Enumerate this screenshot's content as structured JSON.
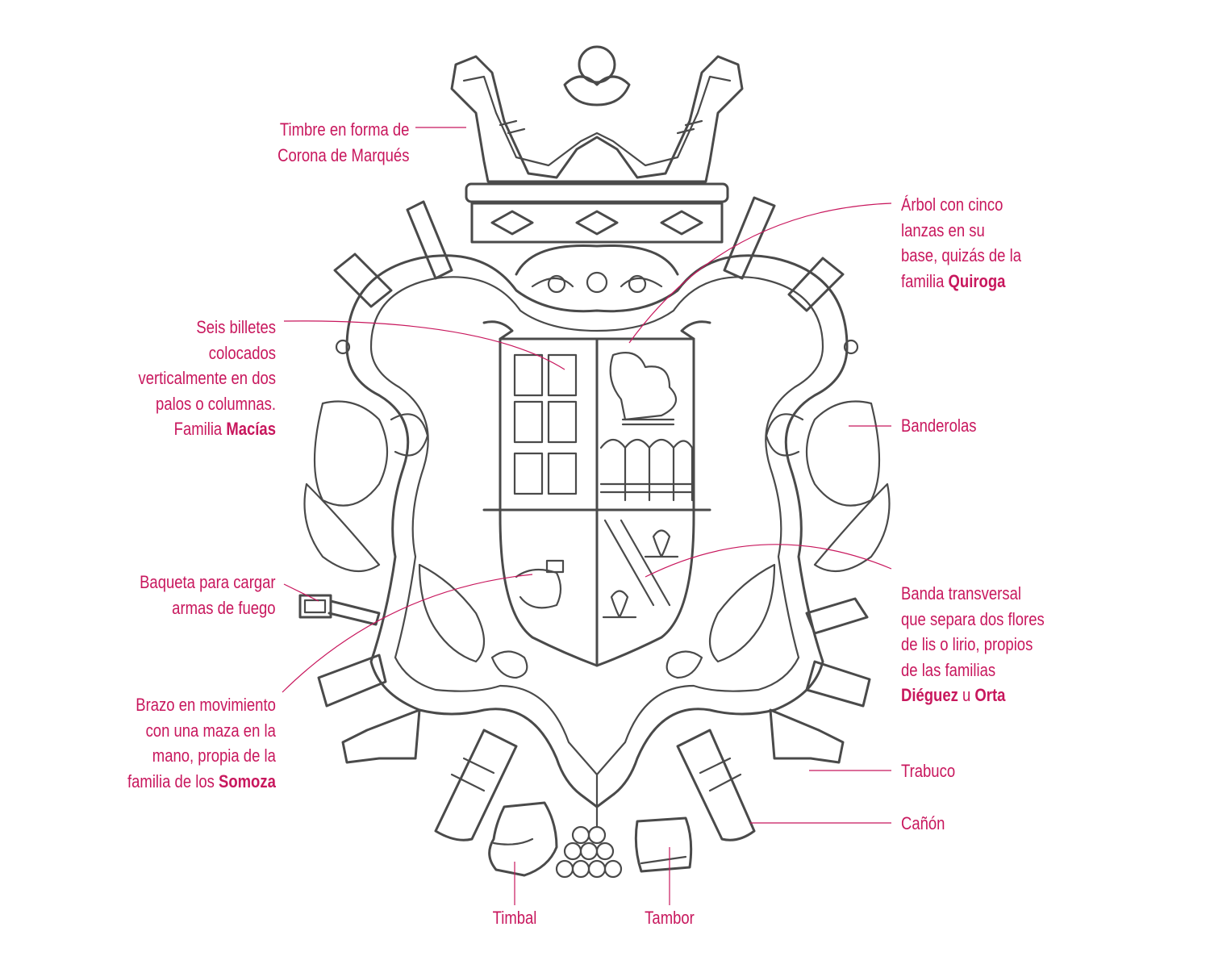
{
  "labels": {
    "timbre": [
      "Timbre en forma de",
      "Corona de Marqués"
    ],
    "arbol": {
      "lines": [
        "Árbol con cinco",
        "lanzas en su",
        "base, quizás de la"
      ],
      "last_prefix": "familia ",
      "last_bold": "Quiroga"
    },
    "billetes": {
      "lines": [
        "Seis billetes",
        "colocados",
        "verticalmente en dos",
        "palos o columnas."
      ],
      "last_prefix": "Familia ",
      "last_bold": "Macías"
    },
    "banderolas": "Banderolas",
    "baqueta": [
      "Baqueta para cargar",
      "armas de fuego"
    ],
    "banda": {
      "lines": [
        "Banda transversal",
        "que separa dos flores",
        "de lis o lirio, propios",
        "de las familias"
      ],
      "bold1": "Diéguez",
      "mid": " u ",
      "bold2": "Orta"
    },
    "brazo": {
      "lines": [
        "Brazo en movimiento",
        "con una maza en la",
        "mano, propia de la"
      ],
      "last_prefix": "familia de los ",
      "last_bold": "Somoza"
    },
    "trabuco": "Trabuco",
    "canon": "Cañón",
    "timbal": "Timbal",
    "tambor": "Tambor"
  },
  "colors": {
    "accent": "#c8175d",
    "ink": "#4a4a4a",
    "background": "#ffffff"
  }
}
